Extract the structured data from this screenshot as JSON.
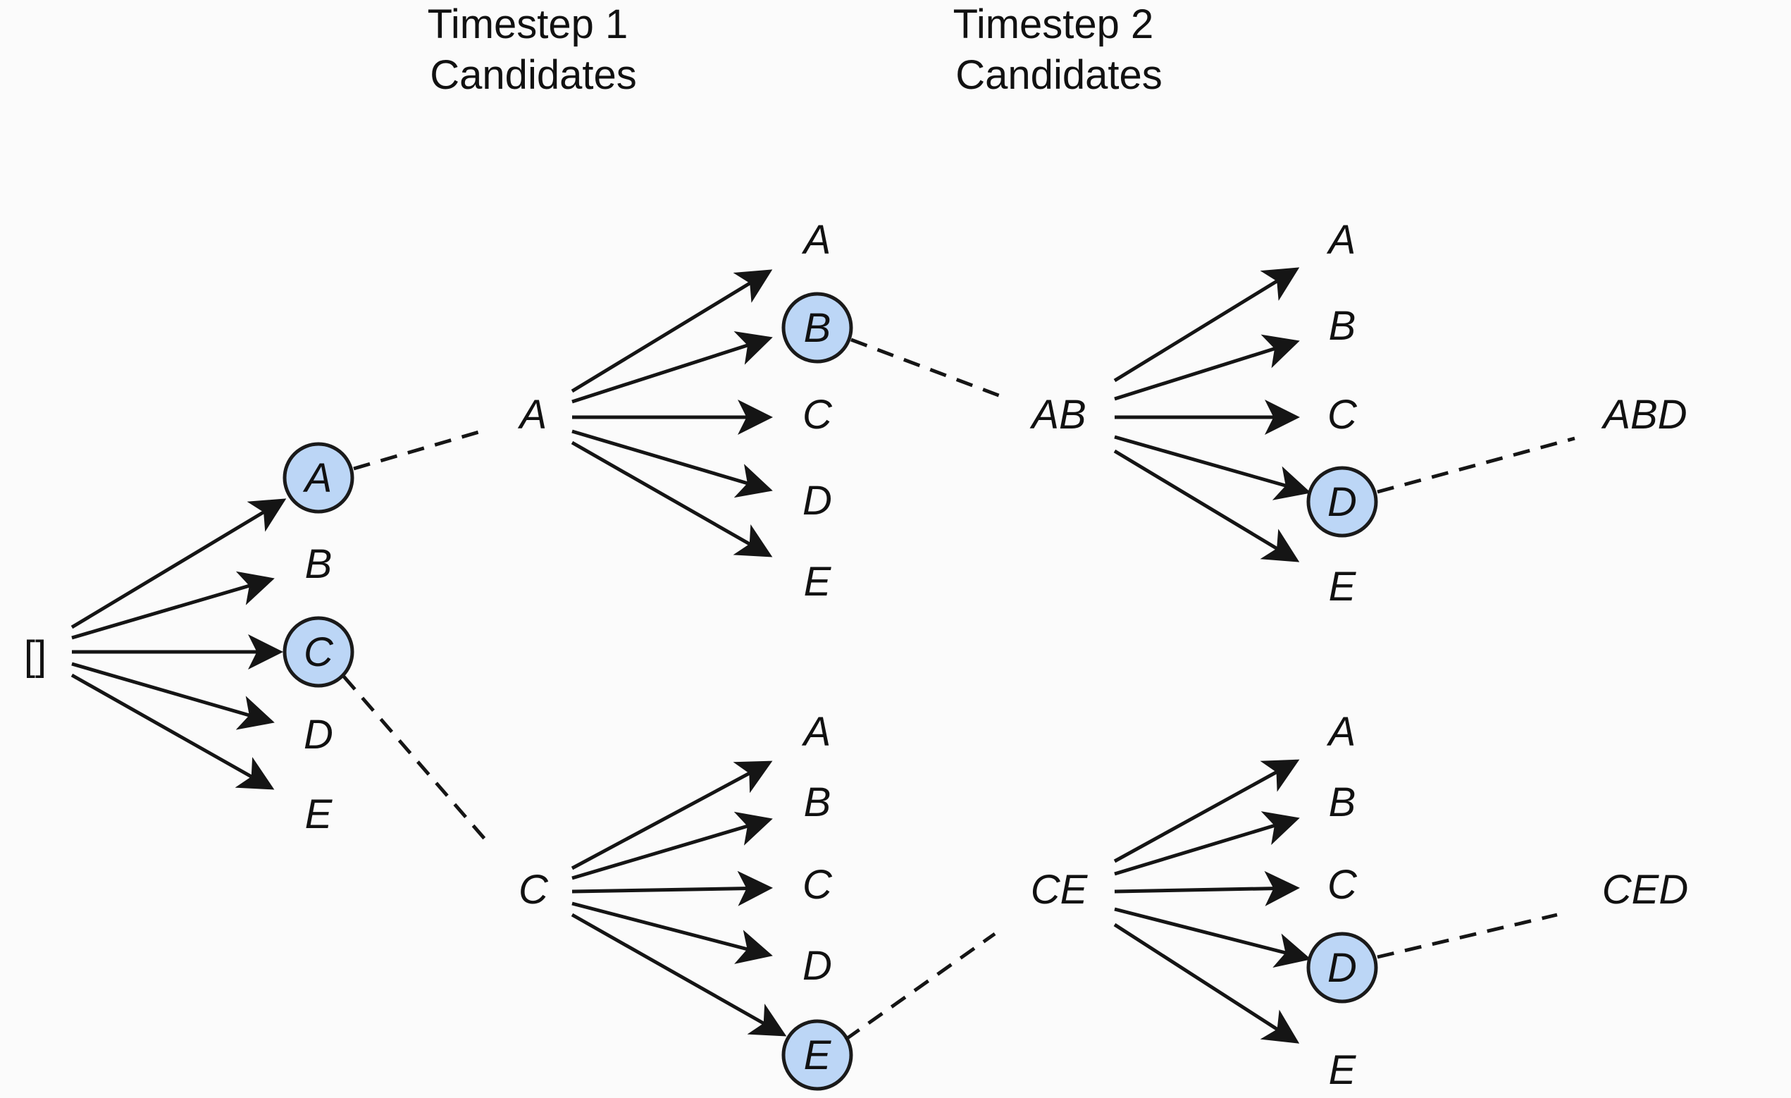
{
  "headers": {
    "timestep1": [
      "Timestep 1",
      "Candidates"
    ],
    "timestep2": [
      "Timestep 2",
      "Candidates"
    ]
  },
  "root": "[]",
  "level0": {
    "candidates": [
      "A",
      "B",
      "C",
      "D",
      "E"
    ],
    "selected": [
      "A",
      "C"
    ]
  },
  "prefixes1": [
    "A",
    "C"
  ],
  "level1": {
    "A": {
      "candidates": [
        "A",
        "B",
        "C",
        "D",
        "E"
      ],
      "selected": "B"
    },
    "C": {
      "candidates": [
        "A",
        "B",
        "C",
        "D",
        "E"
      ],
      "selected": "E"
    }
  },
  "prefixes2": [
    "AB",
    "CE"
  ],
  "level2": {
    "AB": {
      "candidates": [
        "A",
        "B",
        "C",
        "D",
        "E"
      ],
      "selected": "D"
    },
    "CE": {
      "candidates": [
        "A",
        "B",
        "C",
        "D",
        "E"
      ],
      "selected": "D"
    }
  },
  "results": [
    "ABD",
    "CED"
  ],
  "colors": {
    "highlight": "#bcd6f6",
    "stroke": "#151515"
  }
}
